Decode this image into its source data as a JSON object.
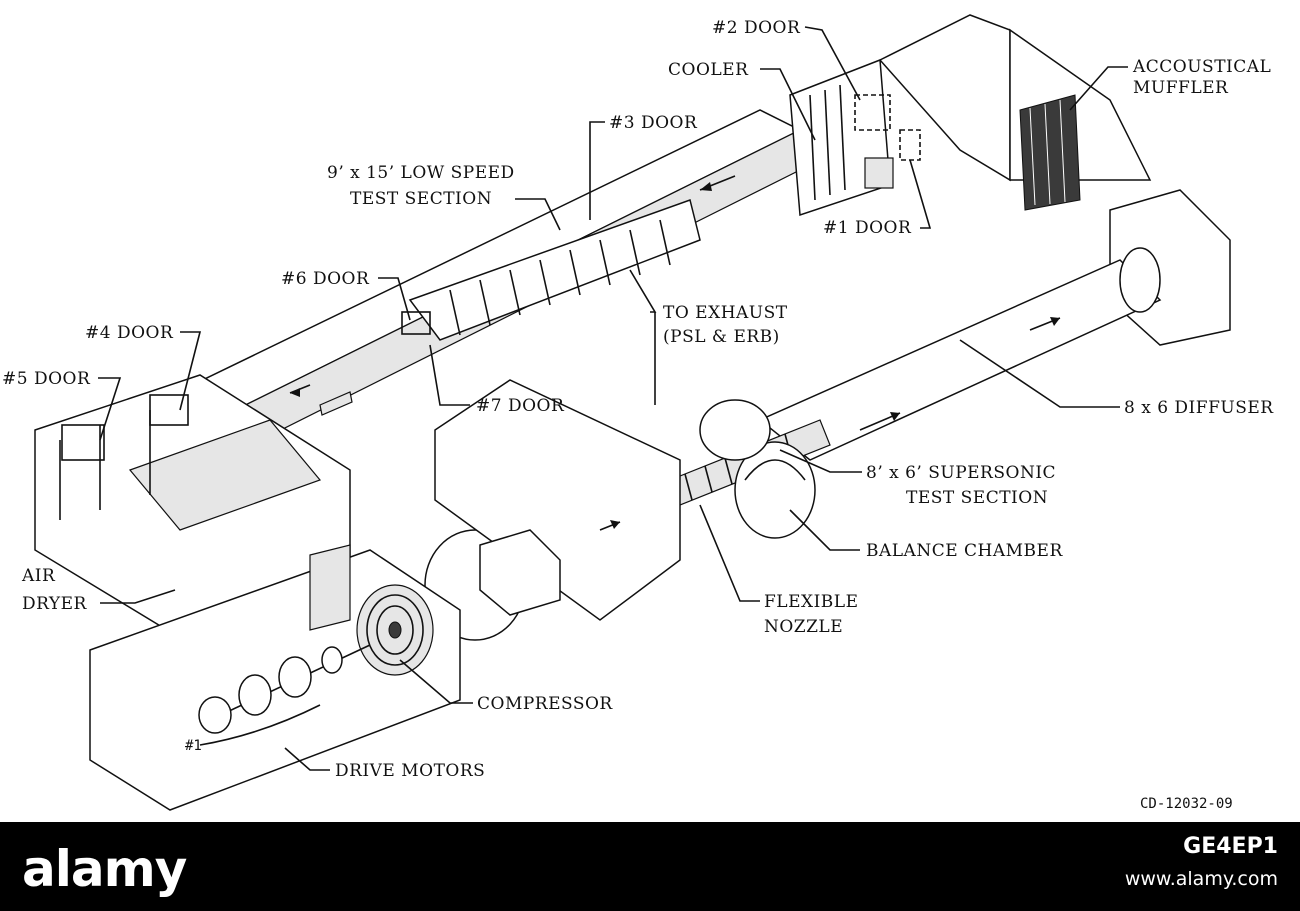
{
  "labels": {
    "door2": "#2 DOOR",
    "cooler": "COOLER",
    "muffler1": "ACCOUSTICAL",
    "muffler2": "MUFFLER",
    "door3": "#3 DOOR",
    "low_speed1": "9’ x 15’ LOW SPEED",
    "low_speed2": "TEST SECTION",
    "door1": "#1 DOOR",
    "door6": "#6 DOOR",
    "exhaust1": "TO EXHAUST",
    "exhaust2": "(PSL & ERB)",
    "door4": "#4 DOOR",
    "door5": "#5 DOOR",
    "door7": "#7 DOOR",
    "diffuser": "8 x 6 DIFFUSER",
    "supersonic1": "8’ x 6’ SUPERSONIC",
    "supersonic2": "TEST SECTION",
    "air": "AIR",
    "dryer": "DRYER",
    "balance": "BALANCE CHAMBER",
    "nozzle1": "FLEXIBLE",
    "nozzle2": "NOZZLE",
    "compressor": "COMPRESSOR",
    "drive": "DRIVE MOTORS",
    "motor_mark": "#1"
  },
  "figure_code": "CD-12032-09",
  "watermark": {
    "logo": "alamy",
    "image_id": "GE4EP1",
    "url": "www.alamy.com"
  }
}
